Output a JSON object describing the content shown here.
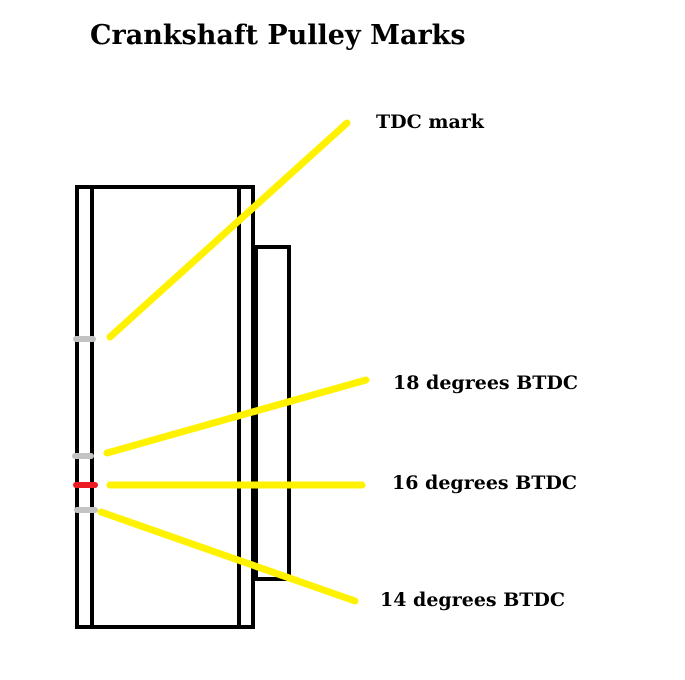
{
  "title": "Crankshaft Pulley Marks",
  "labels": {
    "tdc": "TDC mark",
    "btdc18": "18 degrees BTDC",
    "btdc16": "16 degrees BTDC",
    "btdc14": "14 degrees BTDC"
  },
  "colors": {
    "pointer": "#fff200",
    "mark_gray": "#c3c3c3",
    "mark_red": "#ed1c24",
    "outline": "#000000"
  }
}
